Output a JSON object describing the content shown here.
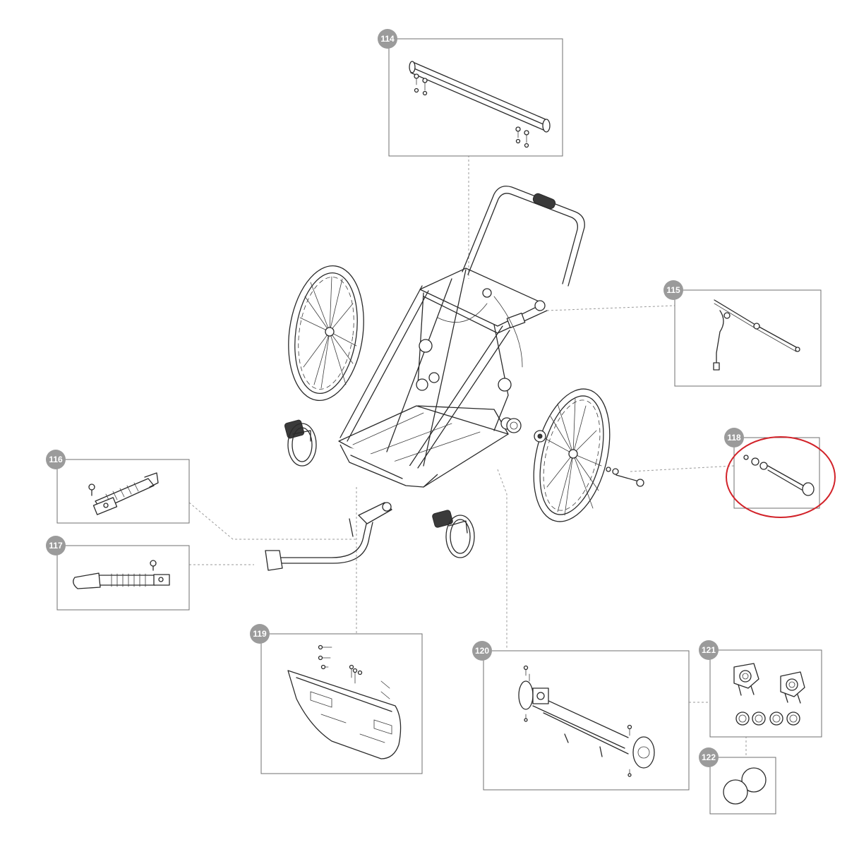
{
  "diagram": {
    "accent_color": "#d2232a",
    "badge_color": "#9b9b9b",
    "parts": [
      {
        "id": "114",
        "label": "114"
      },
      {
        "id": "115",
        "label": "115"
      },
      {
        "id": "116",
        "label": "116"
      },
      {
        "id": "117",
        "label": "117"
      },
      {
        "id": "118",
        "label": "118",
        "highlighted": true
      },
      {
        "id": "119",
        "label": "119"
      },
      {
        "id": "120",
        "label": "120"
      },
      {
        "id": "121",
        "label": "121"
      },
      {
        "id": "122",
        "label": "122"
      }
    ]
  }
}
